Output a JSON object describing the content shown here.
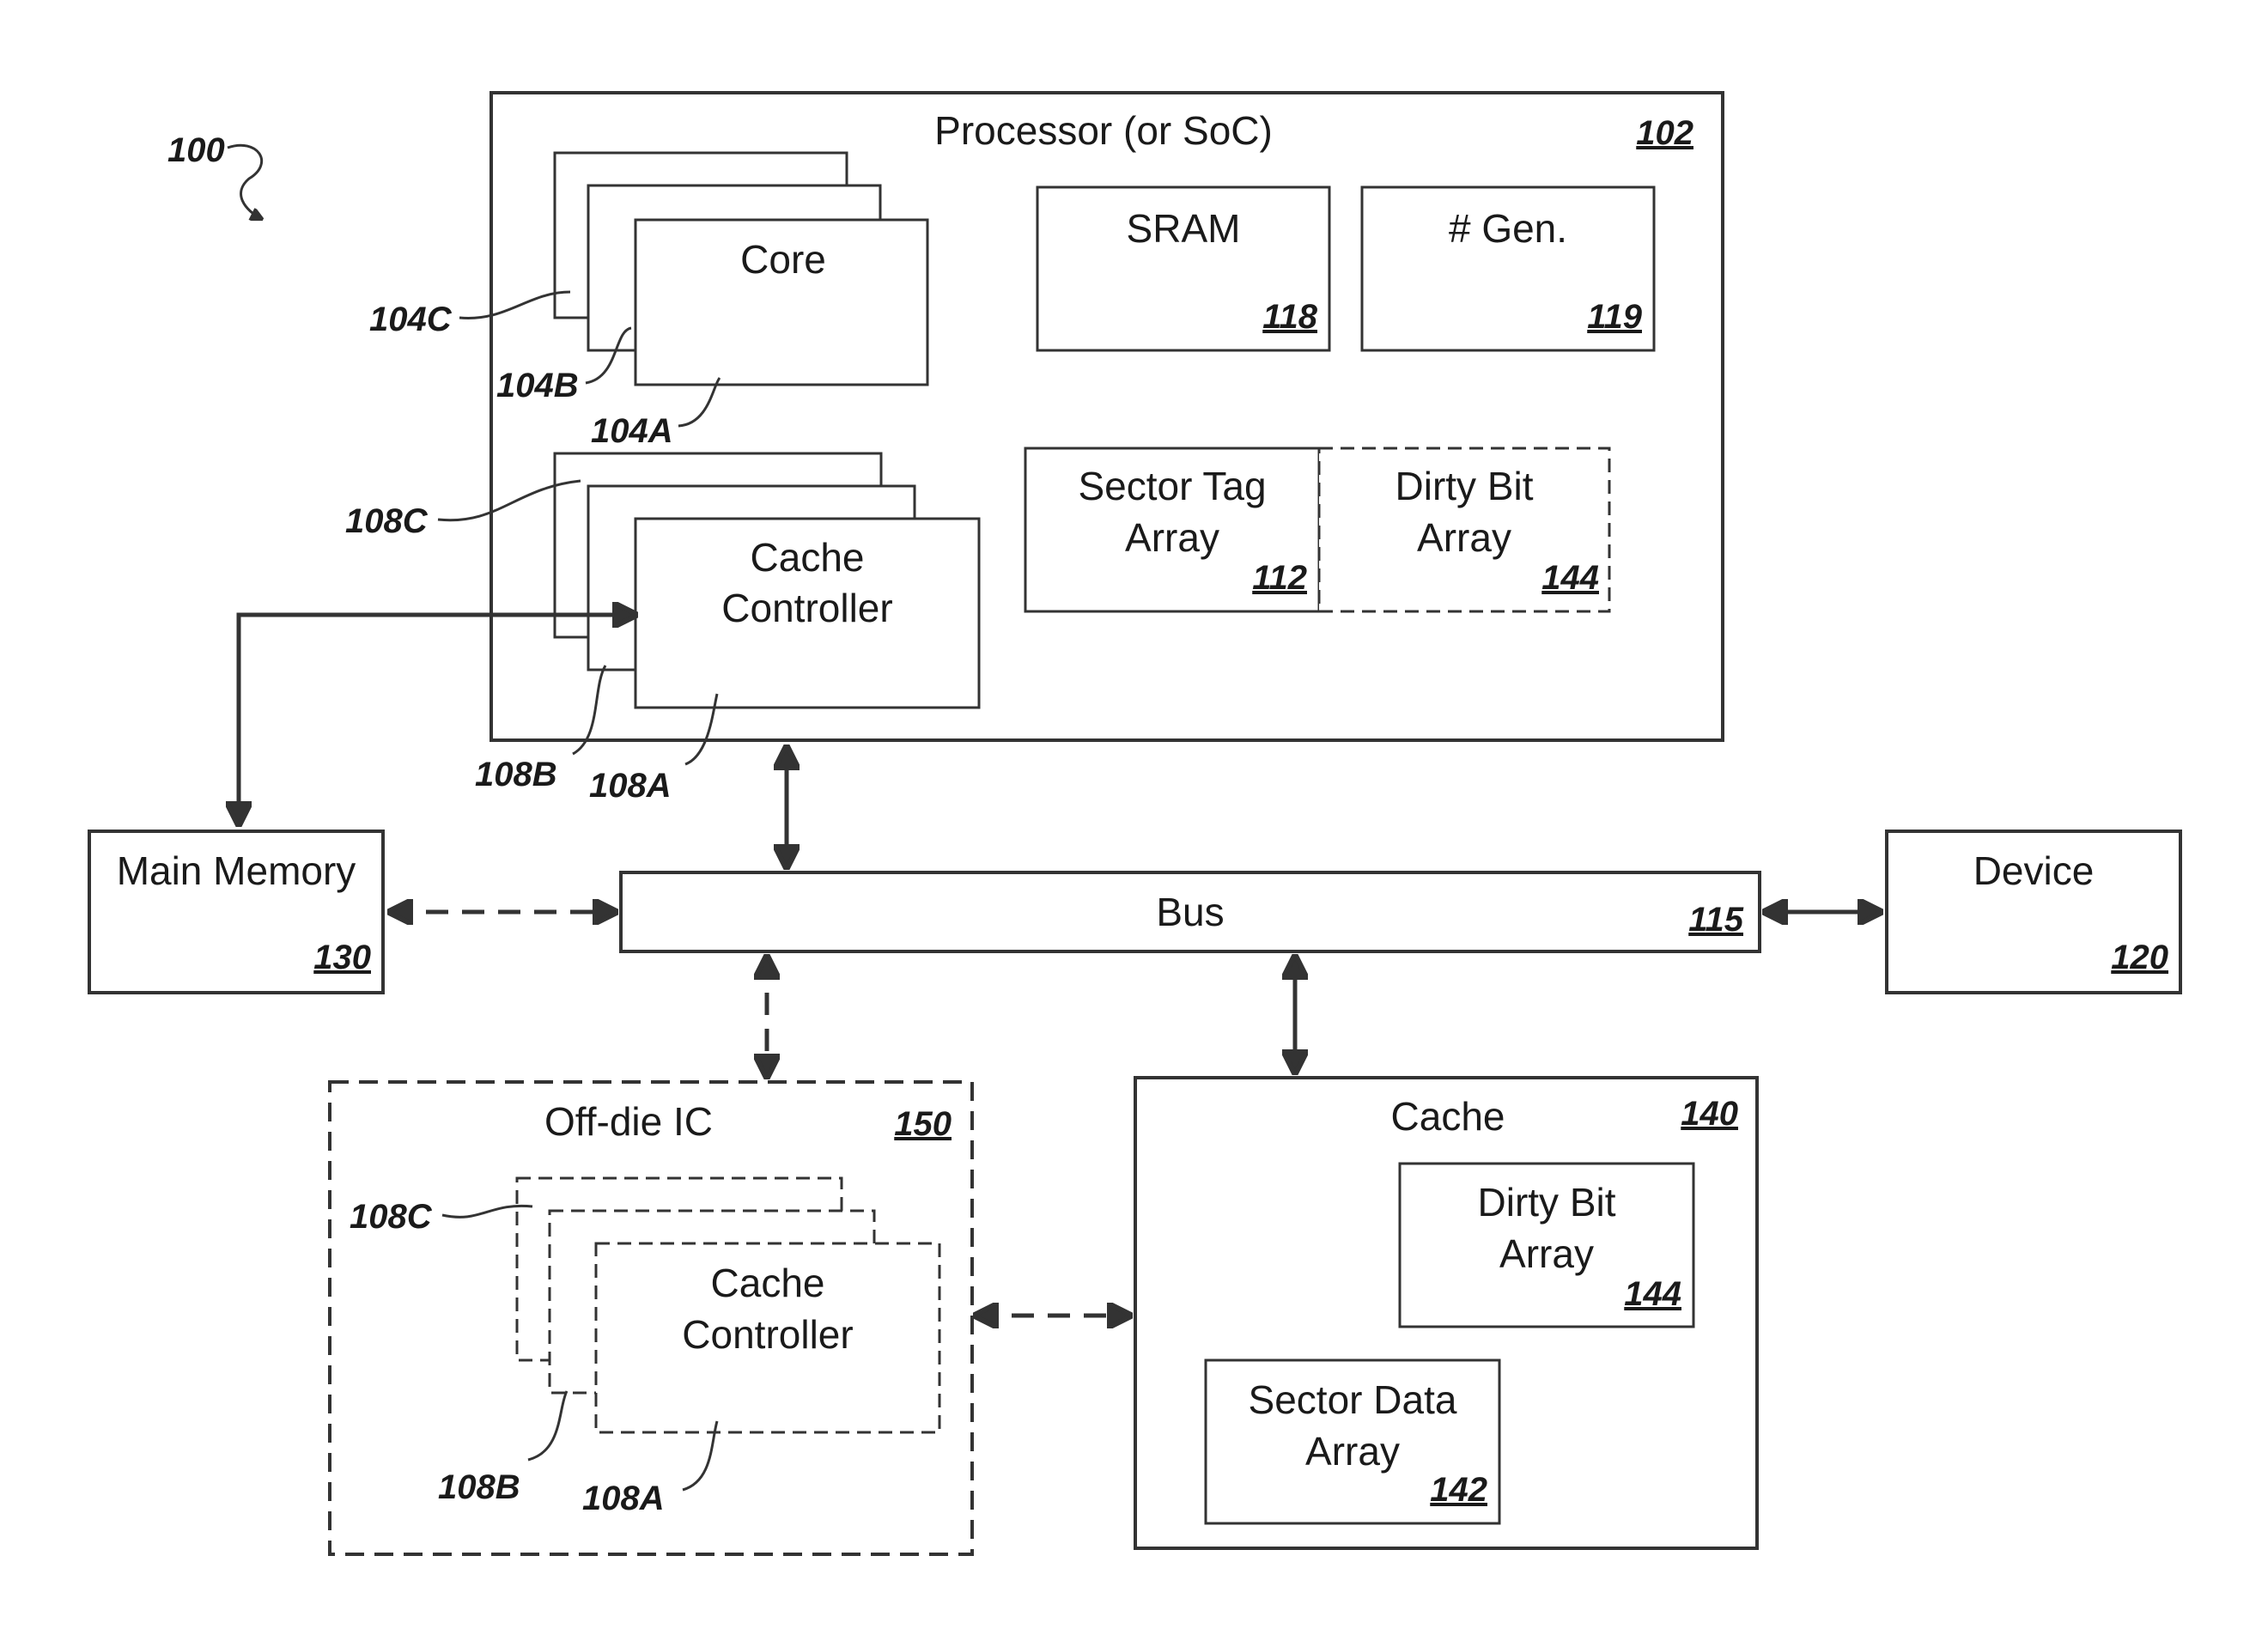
{
  "figure": {
    "number": "100",
    "processor": {
      "title": "Processor (or SoC)",
      "ref": "102"
    },
    "core": {
      "label": "Core",
      "callouts": [
        "104C",
        "104B",
        "104A"
      ]
    },
    "cache_controller": {
      "line1": "Cache",
      "line2": "Controller",
      "callouts": [
        "108C",
        "108B",
        "108A"
      ]
    },
    "sram": {
      "label": "SRAM",
      "ref": "118"
    },
    "num_gen": {
      "label": "# Gen.",
      "ref": "119"
    },
    "sector_tag_array": {
      "line1": "Sector Tag",
      "line2": "Array",
      "ref": "112"
    },
    "dirty_bit_array": {
      "line1": "Dirty Bit",
      "line2": "Array",
      "ref": "144"
    },
    "main_memory": {
      "label": "Main Memory",
      "ref": "130"
    },
    "bus": {
      "label": "Bus",
      "ref": "115"
    },
    "device": {
      "label": "Device",
      "ref": "120"
    },
    "off_die_ic": {
      "title": "Off-die IC",
      "ref": "150",
      "cache_controller": {
        "line1": "Cache",
        "line2": "Controller",
        "callouts": [
          "108C",
          "108B",
          "108A"
        ]
      }
    },
    "cache": {
      "title": "Cache",
      "ref": "140",
      "dirty_bit_array": {
        "line1": "Dirty Bit",
        "line2": "Array",
        "ref": "144"
      },
      "sector_data_array": {
        "line1": "Sector Data",
        "line2": "Array",
        "ref": "142"
      }
    }
  }
}
